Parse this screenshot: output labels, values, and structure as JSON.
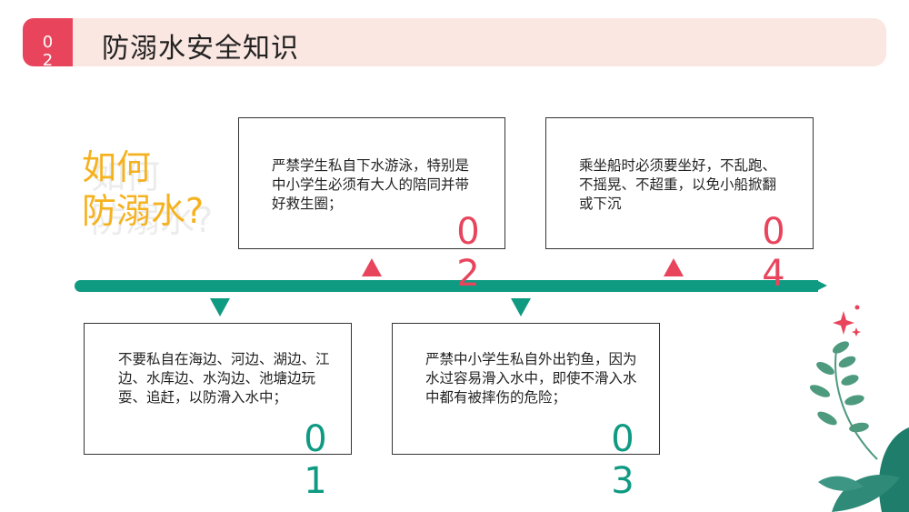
{
  "header": {
    "badge": "02",
    "title": "防溺水安全知识"
  },
  "question": {
    "text": "如何\n防溺水?"
  },
  "items": [
    {
      "number": "02",
      "text": "严禁学生私自下水游泳，特别是中小学生必须有大人的陪同并带好救生圈；"
    },
    {
      "number": "04",
      "text": "乘坐船时必须要坐好，不乱跑、不摇晃、不超重，以免小船掀翻或下沉"
    },
    {
      "number": "01",
      "text": "不要私自在海边、河边、湖边、江边、水库边、水沟边、池塘边玩耍、追赶，以防滑入水中；"
    },
    {
      "number": "03",
      "text": "严禁中小学生私自外出钓鱼，因为水过容易滑入水中，即使不滑入水中都有被摔伤的危险；"
    }
  ],
  "colors": {
    "accent_red": "#e8455d",
    "accent_green": "#0f9a82",
    "accent_yellow": "#f5b21f",
    "header_bg": "#fbe7e1"
  }
}
